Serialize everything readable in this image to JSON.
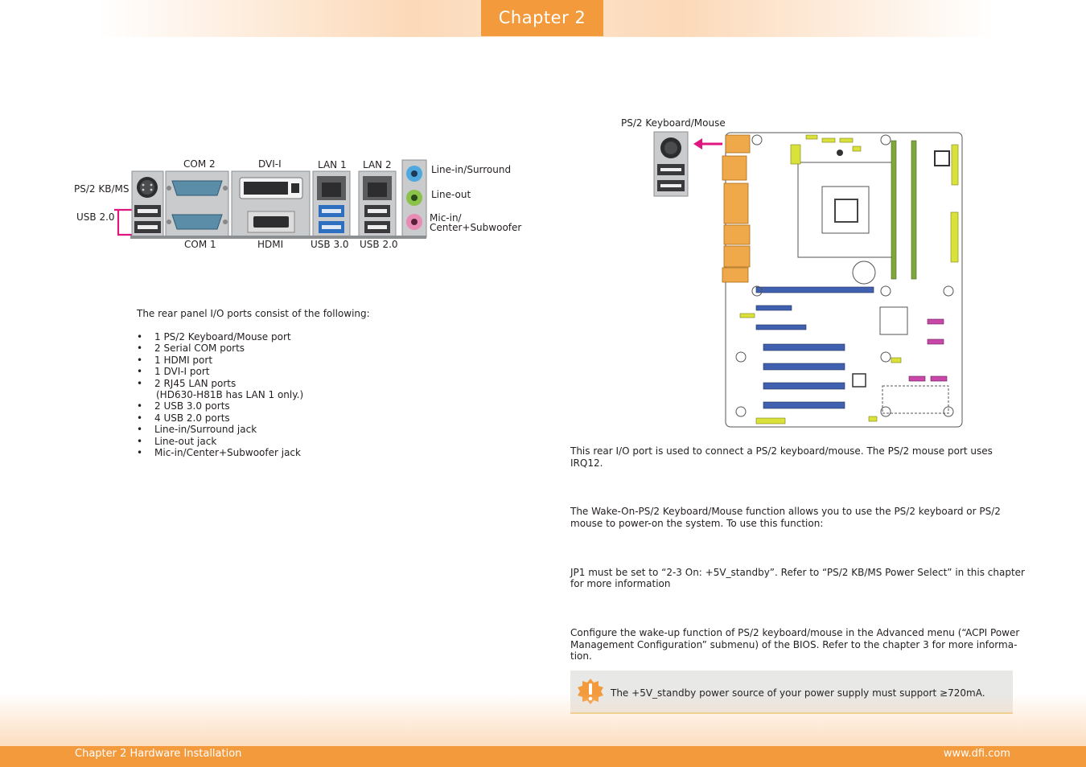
{
  "header": {
    "chapter_tab": "Chapter 2"
  },
  "rear_panel": {
    "labels": {
      "com2": "COM 2",
      "dvii": "DVI-I",
      "lan1": "LAN 1",
      "lan2": "LAN 2",
      "line_in": "Line-in/Surround",
      "ps2": "PS/2 KB/MS",
      "line_out": "Line-out",
      "usb20_left": "USB 2.0",
      "mic_in_1": "Mic-in/",
      "mic_in_2": "Center+Subwoofer",
      "com1": "COM 1",
      "hdmi": "HDMI",
      "usb30": "USB 3.0",
      "usb20_right": "USB 2.0"
    },
    "colors": {
      "usb30": "#2f6fc0",
      "line_in": "#4fa8de",
      "line_out": "#8bc24a",
      "mic_in": "#e88bb5",
      "highlight": "#e0157e"
    }
  },
  "left_text": {
    "intro": "The rear panel I/O ports consist of the following:",
    "bullets": [
      "1 PS/2 Keyboard/Mouse port",
      "2 Serial COM ports",
      "1 HDMI port",
      "1 DVI-I port",
      "2 RJ45 LAN ports",
      "(HD630-H81B has LAN 1 only.)",
      "2 USB 3.0 ports",
      "4 USB 2.0 ports",
      "Line-in/Surround jack",
      "Line-out jack",
      "Mic-in/Center+Subwoofer jack"
    ]
  },
  "board": {
    "ps2_label": "PS/2 Keyboard/Mouse",
    "arrow_color": "#e0157e"
  },
  "right_text": {
    "para1_line1": "This rear I/O port is used to connect a PS/2 keyboard/mouse. The PS/2 mouse port uses",
    "para1_line2": "IRQ12.",
    "para2_line1": "The Wake-On-PS/2 Keyboard/Mouse function allows you to use the PS/2 keyboard or PS/2",
    "para2_line2": "mouse to power-on the system. To use this function:",
    "para3_line1": "JP1 must be set to “2-3 On: +5V_standby”. Refer to “PS/2 KB/MS Power Select” in this chapter",
    "para3_line2": "for more information",
    "para4_line1": "Configure the wake-up function of PS/2 keyboard/mouse in the Advanced menu (“ACPI Power",
    "para4_line2": "Management Configuration” submenu) of the BIOS. Refer to the chapter 3 for more informa-",
    "para4_line3": "tion."
  },
  "note": {
    "icon": "warning-icon",
    "text": "The +5V_standby power source of your power supply must support ≥720mA."
  },
  "footer": {
    "left": "Chapter 2 Hardware Installation",
    "right": "www.dfi.com"
  }
}
